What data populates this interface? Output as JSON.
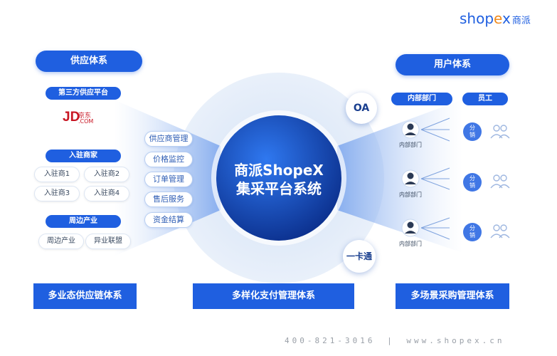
{
  "brand": {
    "name_latin": "shop",
    "name_x": "e",
    "name_tail": "x",
    "name_cn": "商派"
  },
  "center": {
    "line1": "商派ShopeX",
    "line2": "集采平台系统"
  },
  "bubbles": {
    "oa": "OA",
    "card": "一卡通"
  },
  "supply": {
    "title": "供应体系",
    "third_party": "第三方供应平台",
    "jd_logo": {
      "jd": "JD",
      "cn": "京东",
      "com": ".COM"
    },
    "merchants_title": "入驻商家",
    "merchants": [
      "入驻商1",
      "入驻商2",
      "入驻商3",
      "入驻商4"
    ],
    "periphery_title": "周边产业",
    "periphery": [
      "周边产业",
      "异业联盟"
    ]
  },
  "services": [
    "供应商管理",
    "价格监控",
    "订单管理",
    "售后服务",
    "资金结算"
  ],
  "users": {
    "title": "用户体系",
    "headers": [
      "内部部门",
      "员工"
    ],
    "rows": [
      {
        "dept": "内部部门",
        "dist1": "分",
        "dist2": "销"
      },
      {
        "dept": "内部部门",
        "dist1": "分",
        "dist2": "销"
      },
      {
        "dept": "内部部门",
        "dist1": "分",
        "dist2": "销"
      }
    ]
  },
  "bottom": [
    "多业态供应链体系",
    "多样化支付管理体系",
    "多场景采购管理体系"
  ],
  "footer": {
    "phone": "400-821-3016",
    "sep": "|",
    "site": "www.shopex.cn"
  },
  "colors": {
    "primary": "#1f5fe0",
    "center_dark": "#0b2f8c",
    "footer_text": "#9aa0a8"
  }
}
